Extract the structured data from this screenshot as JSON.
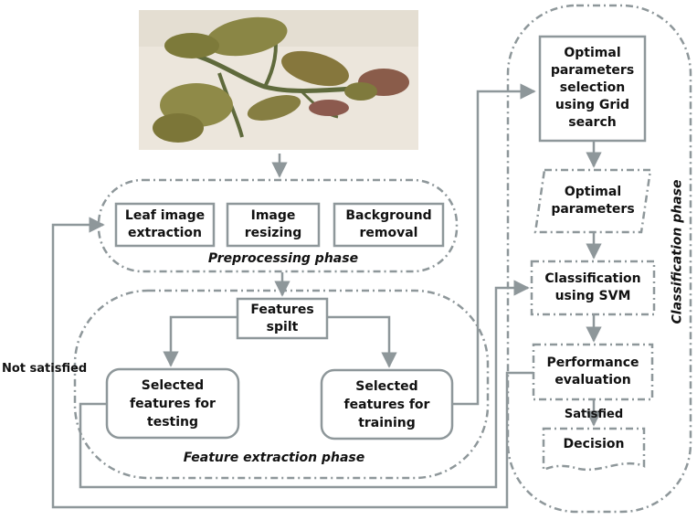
{
  "preprocessing": {
    "phase_label": "Preprocessing phase",
    "box1": [
      "Leaf image",
      "extraction"
    ],
    "box2": [
      "Image",
      "resizing"
    ],
    "box3": [
      "Background",
      "removal"
    ]
  },
  "feature_extraction": {
    "phase_label": "Feature extraction phase",
    "split": [
      "Features",
      "spilt"
    ],
    "testing": [
      "Selected",
      "features for",
      "testing"
    ],
    "training": [
      "Selected",
      "features for",
      "training"
    ]
  },
  "classification": {
    "phase_label": "Classification  phase",
    "grid_search": [
      "Optimal",
      "parameters",
      "selection",
      "using Grid",
      "search"
    ],
    "optimal_params": [
      "Optimal",
      "parameters"
    ],
    "svm": [
      "Classification",
      "using SVM"
    ],
    "performance": [
      "Performance",
      "evaluation"
    ],
    "satisfied": "Satisfied",
    "decision": "Decision"
  },
  "feedback": {
    "not_satisfied": "Not satisfied"
  },
  "colors": {
    "stroke": "#8e979a",
    "text": "#111111",
    "photo_bg": "#ece6dc",
    "leaf": "#7d7a3a",
    "stem": "#5f6a3c"
  }
}
